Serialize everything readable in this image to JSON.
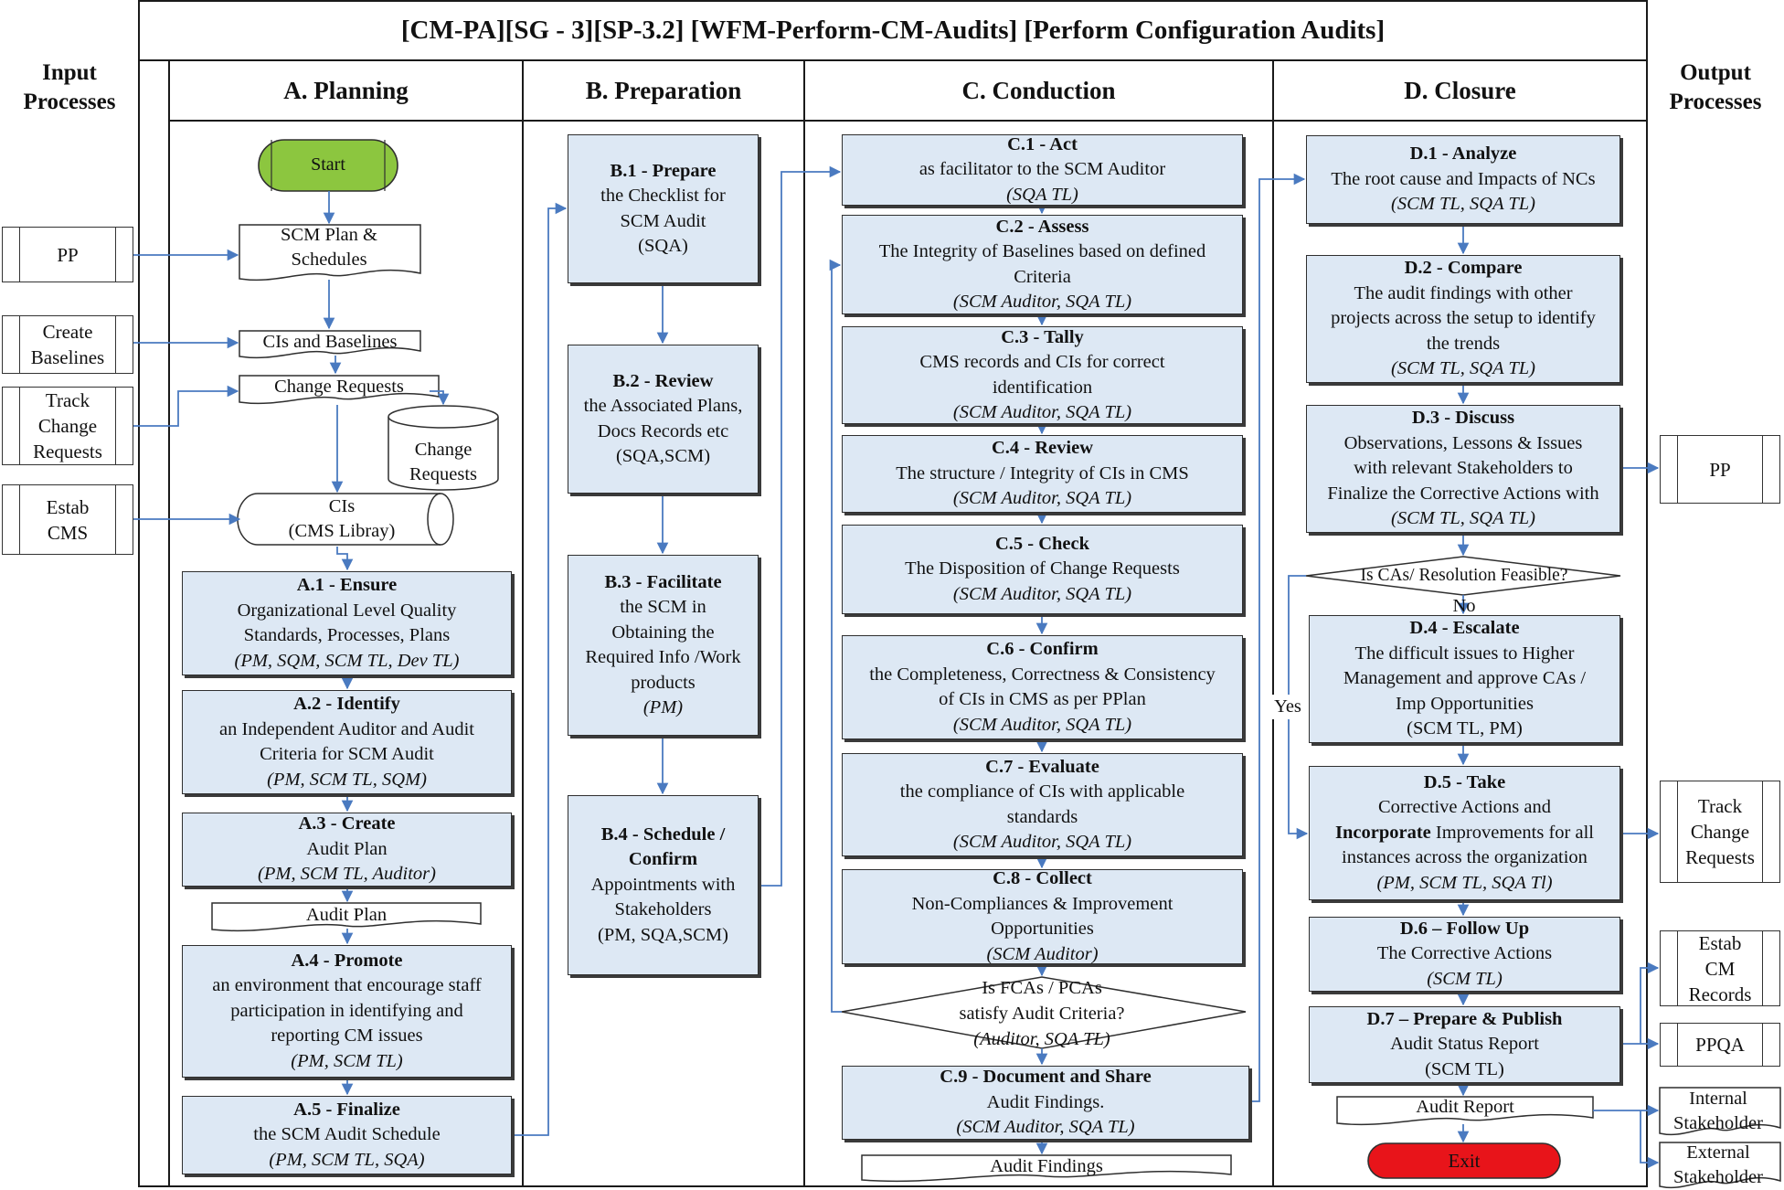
{
  "title": "[CM-PA][SG - 3][SP-3.2] [WFM-Perform-CM-Audits] [Perform Configuration Audits]",
  "side_headers": {
    "input": [
      "Input",
      "Processes"
    ],
    "output": [
      "Output",
      "Processes"
    ]
  },
  "lanes": {
    "a": "A. Planning",
    "b": "B. Preparation",
    "c": "C. Conduction",
    "d": "D. Closure"
  },
  "inputs": {
    "pp": [
      "PP"
    ],
    "create_baselines": [
      "Create",
      "Baselines"
    ],
    "track_change_requests": [
      "Track",
      "Change",
      "Requests"
    ],
    "estab_cms": [
      "Estab",
      "CMS"
    ]
  },
  "outputs": {
    "pp": [
      "PP"
    ],
    "track_change_requests": [
      "Track",
      "Change",
      "Requests"
    ],
    "estab_cm_records": [
      "Estab",
      "CM",
      "Records"
    ],
    "ppqa": [
      "PPQA"
    ],
    "internal_stakeholder": [
      "Internal",
      "Stakeholder"
    ],
    "external_stakeholder": [
      "External",
      "Stakeholder"
    ]
  },
  "planning": {
    "start": "Start",
    "scm_plan_doc": [
      "SCM Plan &",
      "Schedules"
    ],
    "cis_baselines_doc": "CIs and Baselines",
    "change_requests_doc": "Change Requests",
    "change_requests_db": [
      "Change",
      "Requests"
    ],
    "cis_store": [
      "CIs",
      "(CMS Libray)"
    ],
    "a1": {
      "title": "A.1 -  Ensure",
      "lines": [
        "Organizational Level Quality",
        "Standards, Processes, Plans"
      ],
      "roles": "(PM, SQM, SCM TL, Dev TL)"
    },
    "a2": {
      "title": "A.2 - Identify",
      "lines": [
        "an Independent Auditor and Audit",
        "Criteria for SCM Audit"
      ],
      "roles": "(PM, SCM TL, SQM)"
    },
    "a3": {
      "title": "A.3 - Create",
      "lines": [
        "Audit Plan"
      ],
      "roles": "(PM, SCM TL, Auditor)"
    },
    "audit_plan_doc": "Audit Plan",
    "a4": {
      "title": "A.4 - Promote",
      "lines": [
        "an environment that encourage staff",
        "participation in identifying and",
        "reporting CM issues"
      ],
      "roles": "(PM, SCM TL)"
    },
    "a5": {
      "title": "A.5 - Finalize",
      "lines": [
        "the SCM Audit Schedule"
      ],
      "roles": "(PM, SCM TL, SQA)"
    }
  },
  "preparation": {
    "b1": {
      "title": "B.1 - Prepare",
      "lines": [
        "the Checklist for",
        "SCM Audit",
        "(SQA)"
      ]
    },
    "b2": {
      "title": "B.2 - Review",
      "lines": [
        "the Associated Plans,",
        "Docs Records etc",
        "(SQA,SCM)"
      ]
    },
    "b3": {
      "title": "B.3 - Facilitate",
      "lines": [
        "the SCM in",
        "Obtaining the",
        "Required Info /Work",
        "products"
      ],
      "roles": "(PM)"
    },
    "b4": {
      "title_lines": [
        "B.4 - Schedule /",
        "Confirm"
      ],
      "lines": [
        "Appointments with",
        "Stakeholders",
        "(PM, SQA,SCM)"
      ]
    }
  },
  "conduction": {
    "c1": {
      "title": "C.1 - Act",
      "lines": [
        "as facilitator to the SCM Auditor"
      ],
      "roles": "(SQA TL)"
    },
    "c2": {
      "title": "C.2 - Assess",
      "lines": [
        "The Integrity of Baselines based on defined",
        "Criteria"
      ],
      "roles": "(SCM Auditor, SQA TL)"
    },
    "c3": {
      "title": "C.3 - Tally",
      "lines": [
        "CMS records and CIs for correct",
        "identification"
      ],
      "roles": "(SCM Auditor, SQA TL)"
    },
    "c4": {
      "title": "C.4 - Review",
      "lines": [
        "The structure / Integrity of CIs in CMS"
      ],
      "roles": "(SCM Auditor, SQA TL)"
    },
    "c5": {
      "title": "C.5 - Check",
      "lines": [
        "The Disposition of Change  Requests"
      ],
      "roles": "(SCM Auditor, SQA TL)"
    },
    "c6": {
      "title": "C.6 - Confirm",
      "lines": [
        "the Completeness, Correctness & Consistency",
        "of CIs in CMS as per PPlan"
      ],
      "roles": "(SCM Auditor, SQA TL)"
    },
    "c7": {
      "title": "C.7 - Evaluate",
      "lines": [
        "the compliance of CIs with applicable",
        "standards"
      ],
      "roles": "(SCM Auditor, SQA TL)"
    },
    "c8": {
      "title": "C.8 - Collect",
      "lines": [
        "Non-Compliances & Improvement",
        "Opportunities"
      ],
      "roles": "(SCM Auditor)"
    },
    "decision": {
      "lines": [
        "Is FCAs / PCAs",
        "satisfy Audit Criteria?"
      ],
      "roles": "(Auditor, SQA TL)"
    },
    "c9": {
      "title": "C.9 - Document and Share",
      "lines": [
        "Audit Findings."
      ],
      "roles": "(SCM Auditor, SQA TL)"
    },
    "audit_findings_doc": "Audit Findings"
  },
  "closure": {
    "d1": {
      "title": "D.1 - Analyze",
      "lines": [
        "The root cause and Impacts of NCs"
      ],
      "roles": "(SCM TL, SQA TL)"
    },
    "d2": {
      "title": "D.2 - Compare",
      "lines": [
        "The audit findings with other",
        "projects across the setup to identify",
        "the trends"
      ],
      "roles": "(SCM TL, SQA TL)"
    },
    "d3": {
      "title": "D.3 - Discuss",
      "lines": [
        "Observations, Lessons &  Issues",
        "with relevant Stakeholders to",
        "Finalize the Corrective Actions with"
      ],
      "roles": "(SCM TL, SQA TL)"
    },
    "decision": "Is CAs/ Resolution Feasible?",
    "no_label": "No",
    "yes_label": "Yes",
    "d4": {
      "title": "D.4 - Escalate",
      "lines": [
        "The difficult issues to Higher",
        "Management and approve CAs /",
        "Imp Opportunities",
        "(SCM TL, PM)"
      ]
    },
    "d5": {
      "title": "D.5 - Take",
      "line1": "Corrective Actions and",
      "line2_bold": "Incorporate",
      "line2_rest": " Improvements for all",
      "line3": "instances across the organization",
      "roles": "(PM, SCM TL, SQA Tl)"
    },
    "d6": {
      "title": "D.6 – Follow Up",
      "lines": [
        "The Corrective Actions"
      ],
      "roles": "(SCM TL)"
    },
    "d7": {
      "title": "D.7 – Prepare & Publish",
      "lines": [
        "Audit Status Report",
        "(SCM TL)"
      ]
    },
    "audit_report_doc": "Audit Report",
    "exit": "Exit"
  },
  "colors": {
    "process_fill": "#dde8f4",
    "arrow": "#4a7ac0",
    "start_fill": "#8cc63f",
    "exit_fill": "#e8141a",
    "border": "#2f2f2f"
  }
}
